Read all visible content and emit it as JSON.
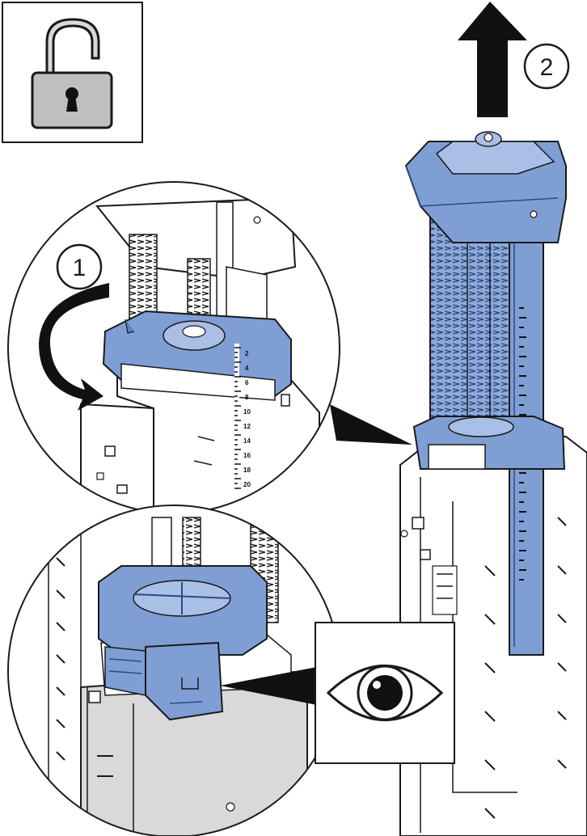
{
  "diagram": {
    "step_labels": {
      "step1": "1",
      "step2": "2"
    },
    "scale_marks": [
      "2",
      "4",
      "6",
      "8",
      "10",
      "12",
      "14",
      "16",
      "18",
      "20"
    ],
    "icons": {
      "top_left": "unlock-padlock-icon",
      "inspect": "eye-icon",
      "rotate": "curved-arrow-icon",
      "lift": "up-arrow-icon"
    },
    "colors": {
      "accent_blue": "#7f9fd4",
      "accent_blue_dark": "#2a4a85",
      "outline": "#1a1a1a",
      "part_grey": "#d9d9d9",
      "lock_grey": "#bfbfbf"
    }
  }
}
